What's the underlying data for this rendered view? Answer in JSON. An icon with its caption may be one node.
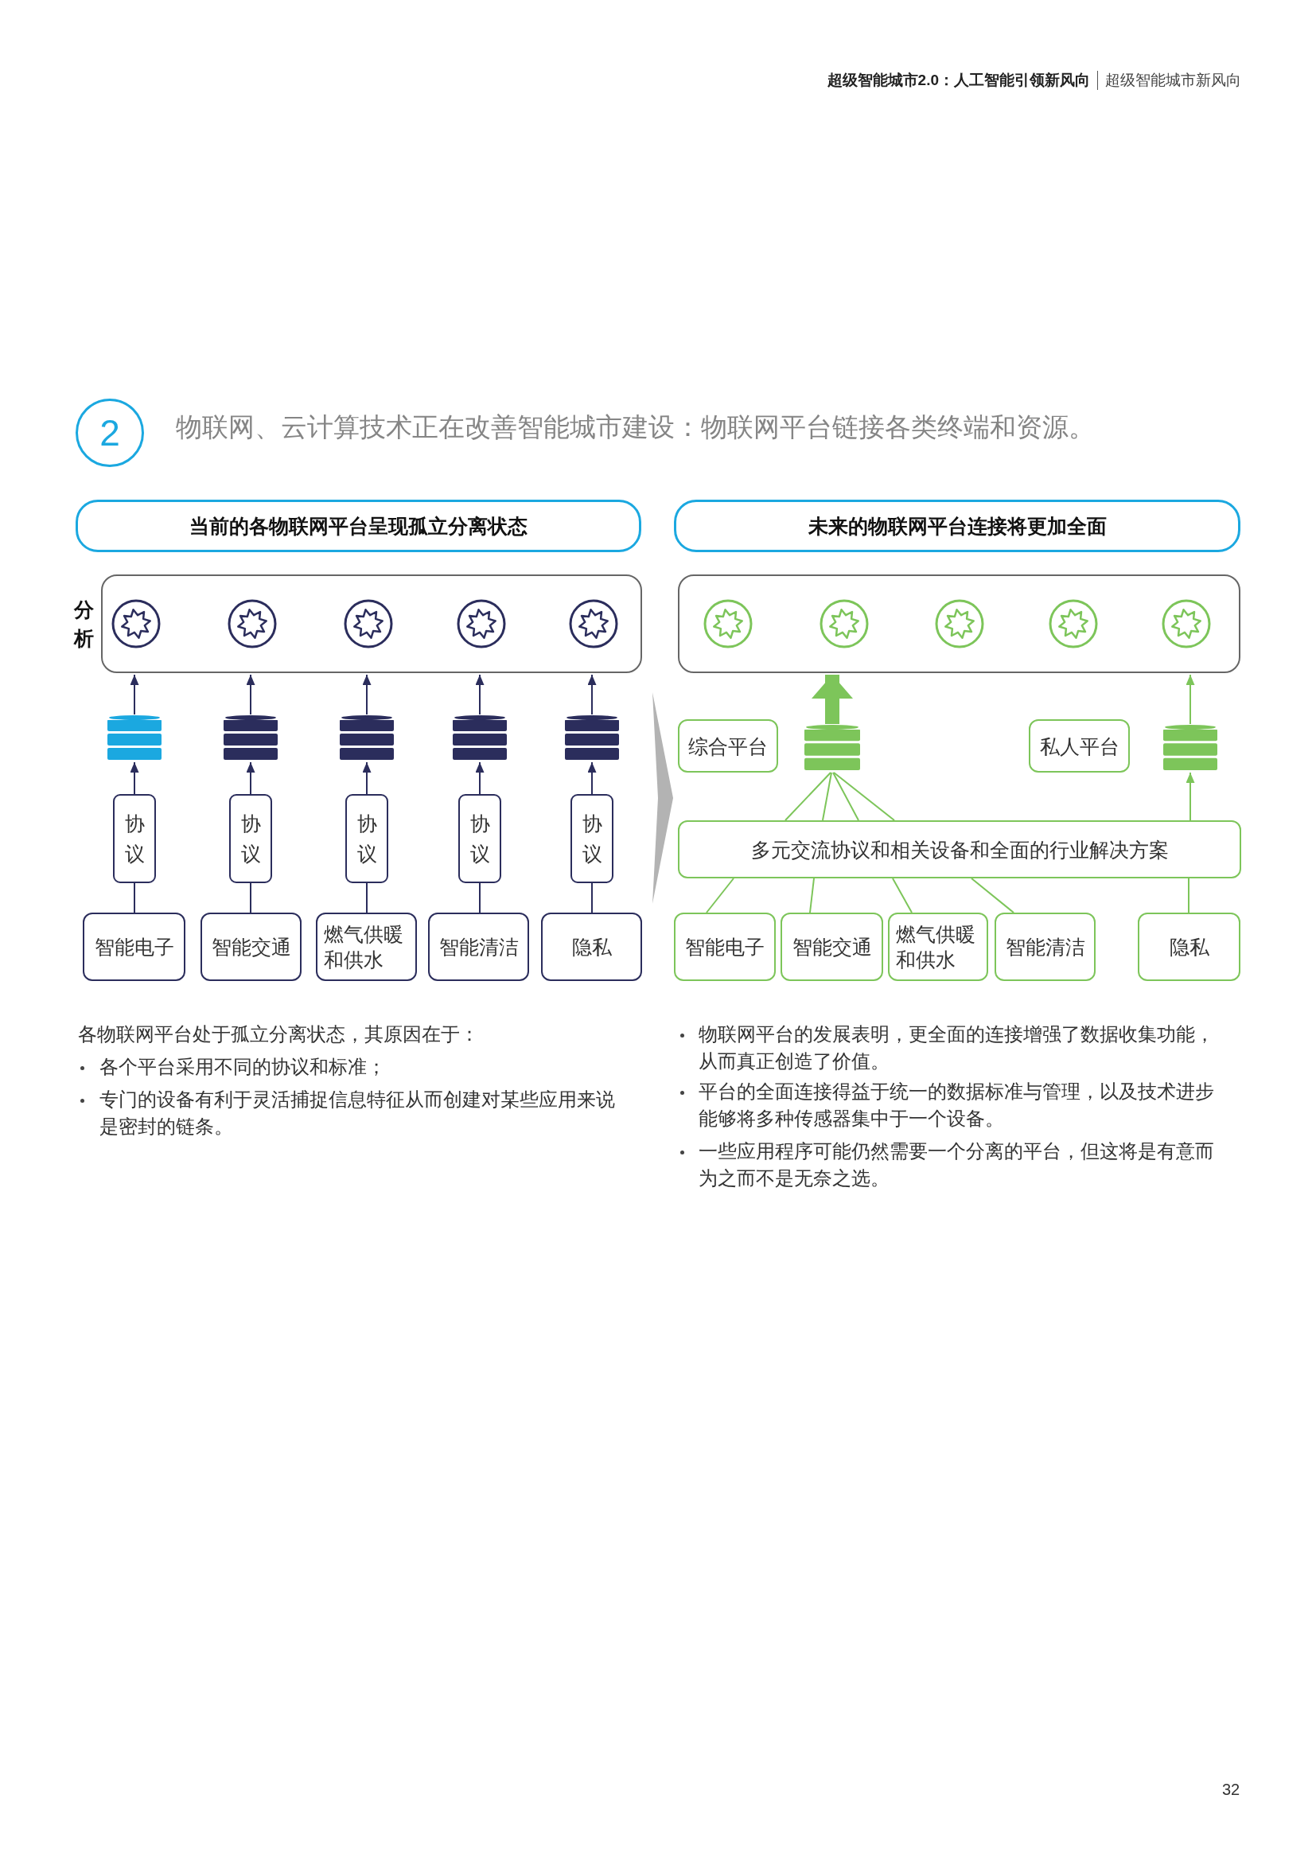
{
  "diagram": {
    "title": "物联网、云计算技术正在改善智能城市建设：物联网平台链接各类终端和资源。",
    "nodes": [
      {
        "text": [
          "2"
        ]
      },
      {
        "text": [
          "当前的各物联网平台呈现孤立分离状态"
        ]
      },
      {
        "text": [
          "分析"
        ]
      },
      {
        "text": [],
        "shape": "cylinder"
      },
      {
        "text": [],
        "shape": "cylinder"
      },
      {
        "text": [],
        "shape": "cylinder"
      },
      {
        "text": [],
        "shape": "cylinder"
      },
      {
        "text": [],
        "shape": "cylinder"
      },
      {
        "text": [
          "协议"
        ]
      },
      {
        "text": [
          "协议"
        ]
      },
      {
        "text": [
          "协议"
        ]
      },
      {
        "text": [
          "协议"
        ]
      },
      {
        "text": [
          "协议"
        ]
      },
      {
        "text": [
          "智能电子"
        ]
      },
      {
        "text": [
          "智能交通"
        ]
      },
      {
        "text": [
          "燃气供暖和供水"
        ]
      },
      {
        "text": [
          "智能清洁"
        ]
      },
      {
        "text": [
          "隐私"
        ]
      },
      {
        "text": [
          "未来的物联网平台连接将更加全面"
        ]
      },
      {
        "text": [],
        "shape": "box"
      },
      {
        "text": [
          "综合平台"
        ]
      },
      {
        "text": [],
        "shape": "cylinder"
      },
      {
        "text": [
          "私人平台"
        ]
      },
      {
        "text": [],
        "shape": "cylinder"
      },
      {
        "text": [
          "多元交流协议和相关设备和全面的行业解决方案"
        ]
      },
      {
        "text": [
          "智能电子"
        ]
      },
      {
        "text": [
          "智能交通"
        ]
      },
      {
        "text": [
          "燃气供暖和供水"
        ]
      },
      {
        "text": [
          "智能清洁"
        ]
      },
      {
        "text": [
          "隐私"
        ]
      },
      {
        "text": [],
        "shape": "chevron"
      }
    ],
    "edges": [
      {
        "from": 13,
        "to": 8,
        "arrow": "none"
      },
      {
        "from": 8,
        "to": 3,
        "arrow": "to"
      },
      {
        "from": 3,
        "to": 2,
        "arrow": "to"
      },
      {
        "from": 14,
        "to": 9,
        "arrow": "none"
      },
      {
        "from": 9,
        "to": 4,
        "arrow": "to"
      },
      {
        "from": 4,
        "to": 2,
        "arrow": "to"
      },
      {
        "from": 15,
        "to": 10,
        "arrow": "none"
      },
      {
        "from": 10,
        "to": 5,
        "arrow": "to"
      },
      {
        "from": 5,
        "to": 2,
        "arrow": "to"
      },
      {
        "from": 16,
        "to": 11,
        "arrow": "none"
      },
      {
        "from": 11,
        "to": 6,
        "arrow": "to"
      },
      {
        "from": 6,
        "to": 2,
        "arrow": "to"
      },
      {
        "from": 17,
        "to": 12,
        "arrow": "none"
      },
      {
        "from": 12,
        "to": 7,
        "arrow": "to"
      },
      {
        "from": 7,
        "to": 2,
        "arrow": "to"
      },
      {
        "from": 21,
        "to": 19,
        "arrow": "to",
        "style": "thick",
        "color": "#7dc55a"
      },
      {
        "from": 23,
        "to": 19,
        "arrow": "to",
        "color": "#7dc55a"
      },
      {
        "from": 24,
        "to": 21,
        "arrow": "none",
        "color": "#7dc55a"
      },
      {
        "from": 24,
        "to": 21,
        "arrow": "none",
        "color": "#7dc55a"
      },
      {
        "from": 24,
        "to": 21,
        "arrow": "none",
        "color": "#7dc55a"
      },
      {
        "from": 24,
        "to": 21,
        "arrow": "none",
        "color": "#7dc55a"
      },
      {
        "from": 25,
        "to": 24,
        "arrow": "none",
        "color": "#7dc55a"
      },
      {
        "from": 26,
        "to": 24,
        "arrow": "none",
        "color": "#7dc55a"
      },
      {
        "from": 27,
        "to": 24,
        "arrow": "none",
        "color": "#7dc55a"
      },
      {
        "from": 28,
        "to": 24,
        "arrow": "none",
        "color": "#7dc55a"
      },
      {
        "from": 29,
        "to": 24,
        "arrow": "none",
        "color": "#7dc55a"
      },
      {
        "from": 24,
        "to": 23,
        "arrow": "to",
        "color": "#7dc55a"
      }
    ],
    "labels": [
      "超级智能城市2.0：人工智能引领新风向",
      "超级智能城市新风向",
      "各物联网平台处于孤立分离状态，其原因在于：",
      "各个平台采用不同的协议和标准；",
      "专门的设备有利于灵活捕捉信息特征从而创建对某些应用来说是密封的链条。",
      "物联网平台的发展表明，更全面的连接增强了数据收集功能，从而真正创造了价值。",
      "平台的全面连接得益于统一的数据标准与管理，以及技术进步能够将多种传感器集中于一个设备。",
      "一些应用程序可能仍然需要一个分离的平台，但这将是有意而为之而不是无奈之选。",
      "32"
    ]
  }
}
